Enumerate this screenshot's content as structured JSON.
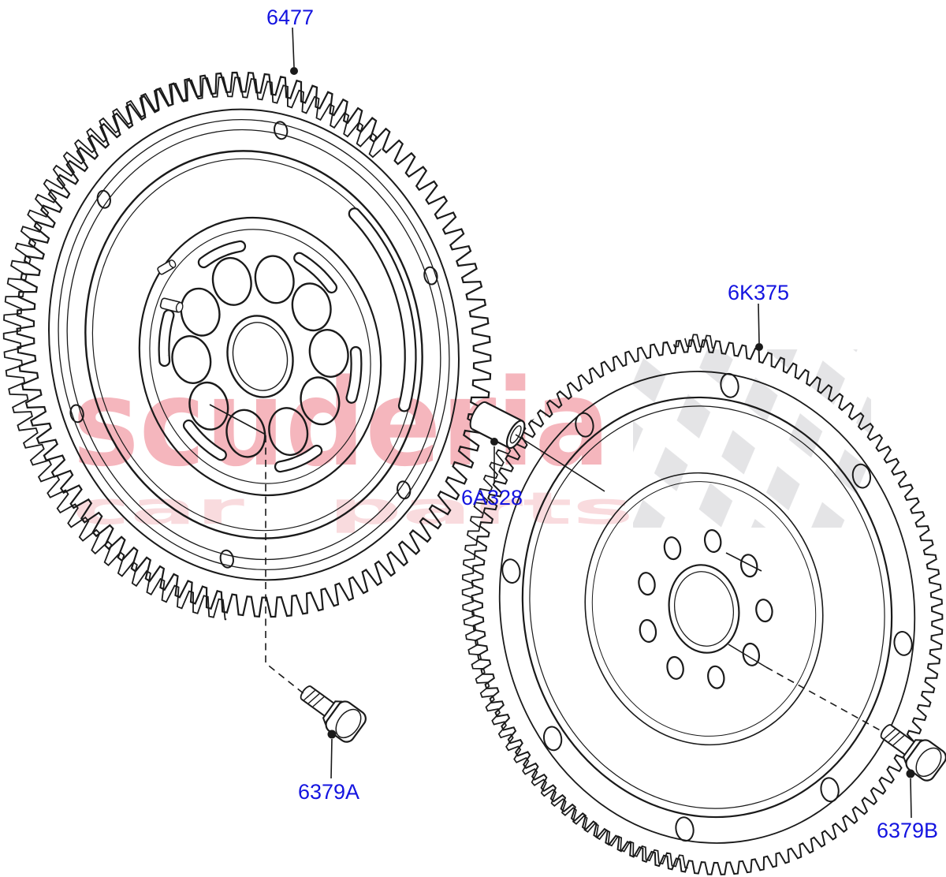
{
  "diagram": {
    "labels": {
      "flywheel": "6477",
      "ring_gear_plate": "6K375",
      "dowel_pin": "6A328",
      "bolt_a": "6379A",
      "bolt_b": "6379B"
    },
    "label_color": "#1414e0",
    "line_color": "#1a1a1a",
    "background": "#ffffff"
  },
  "watermark": {
    "word_main": "scuderia",
    "word_sub_1": "car",
    "word_sub_2": "parts",
    "main_color": "#f5b6bd",
    "sub_color": "#f9dbde",
    "checker_color": "#e4e4e6"
  }
}
